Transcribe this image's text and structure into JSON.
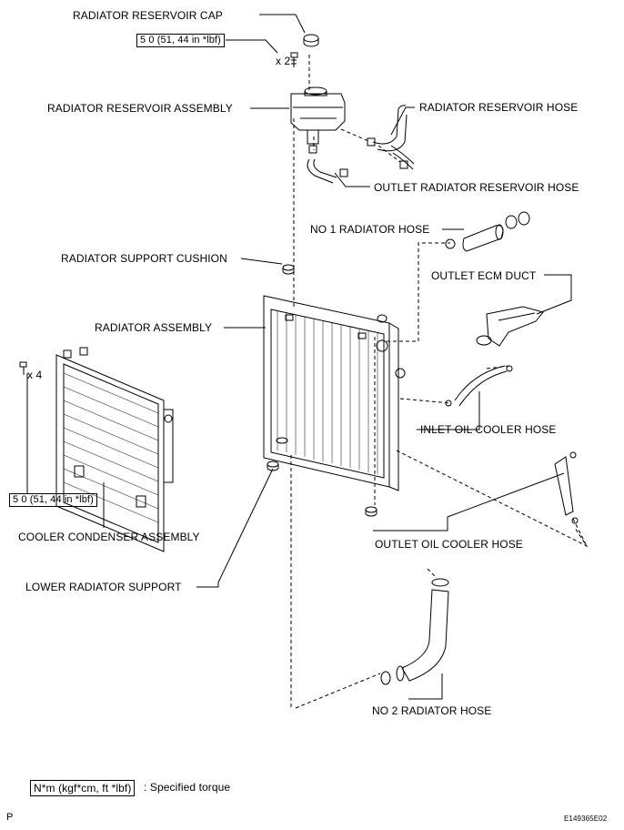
{
  "labels": {
    "reservoir_cap": "RADIATOR RESERVOIR CAP",
    "reservoir_assembly": "RADIATOR RESERVOIR ASSEMBLY",
    "reservoir_hose": "RADIATOR RESERVOIR HOSE",
    "outlet_reservoir_hose": "OUTLET RADIATOR RESERVOIR HOSE",
    "no1_hose": "NO  1 RADIATOR HOSE",
    "support_cushion": "RADIATOR SUPPORT CUSHION",
    "outlet_ecm_duct": "OUTLET ECM DUCT",
    "radiator_assembly": "RADIATOR ASSEMBLY",
    "inlet_oil_cooler_hose": "INLET OIL COOLER HOSE",
    "cooler_condenser": "COOLER CONDENSER ASSEMBLY",
    "outlet_oil_cooler_hose": "OUTLET OIL COOLER HOSE",
    "lower_support": "LOWER RADIATOR SUPPORT",
    "no2_hose": "NO  2 RADIATOR HOSE"
  },
  "torque": {
    "top": "5 0 (51, 44 in *lbf)",
    "bottom": "5 0 (51, 44 in *lbf)",
    "qty_top": "x 2",
    "qty_left": "x 4"
  },
  "legend": {
    "unit_box": "N*m (kgf*cm, ft *lbf)",
    "unit_text": ": Specified torque"
  },
  "footer": {
    "page_code": "P",
    "figure_code": "E149365E02"
  }
}
